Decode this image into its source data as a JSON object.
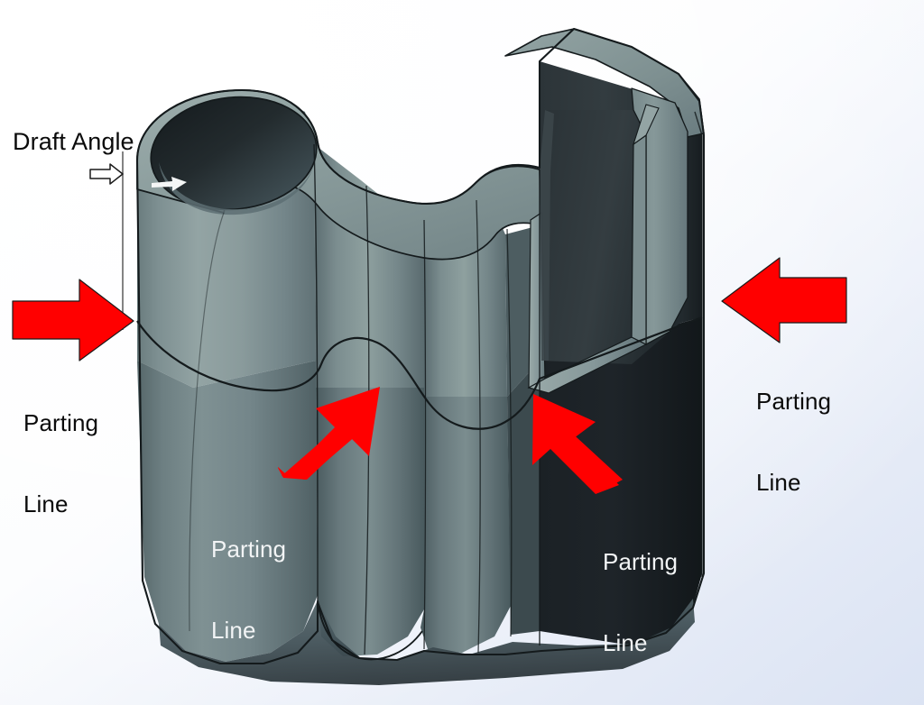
{
  "illustration": {
    "subject": "injection-molded plastic part isometric CAD view",
    "background_top_left": "#ffffff",
    "background_bottom_right": "#dfe6f4",
    "part_light_gray": "#8fa0a0",
    "part_mid_gray": "#6f8080",
    "part_dark_gray": "#4a5a5c",
    "part_shadow": "#1e2329",
    "edge_line": "#141a1c",
    "arrow_red": "#ff0000",
    "arrow_outline": "#1a1a1a"
  },
  "annotations": [
    {
      "id": "draft-angle",
      "label": "Draft Angle",
      "text_color": "dark",
      "marker": "outlined-arrow-right",
      "has_reference_line": true
    },
    {
      "id": "parting-line-left",
      "label_line1": "Parting",
      "label_line2": "Line",
      "text_color": "dark",
      "marker": "red-arrow-right"
    },
    {
      "id": "parting-line-right",
      "label_line1": "Parting",
      "label_line2": "Line",
      "text_color": "dark",
      "marker": "red-arrow-left"
    },
    {
      "id": "parting-line-mid",
      "label_line1": "Parting",
      "label_line2": "Line",
      "text_color": "light",
      "marker": "red-arrow-up-right"
    },
    {
      "id": "parting-line-low",
      "label_line1": "Parting",
      "label_line2": "Line",
      "text_color": "light",
      "marker": "red-arrow-up-left"
    }
  ],
  "labels": {
    "draft_angle": "Draft Angle",
    "parting_left_l1": "Parting",
    "parting_left_l2": "Line",
    "parting_right_l1": "Parting",
    "parting_right_l2": "Line",
    "parting_mid_l1": "Parting",
    "parting_mid_l2": "Line",
    "parting_low_l1": "Parting",
    "parting_low_l2": "Line"
  }
}
